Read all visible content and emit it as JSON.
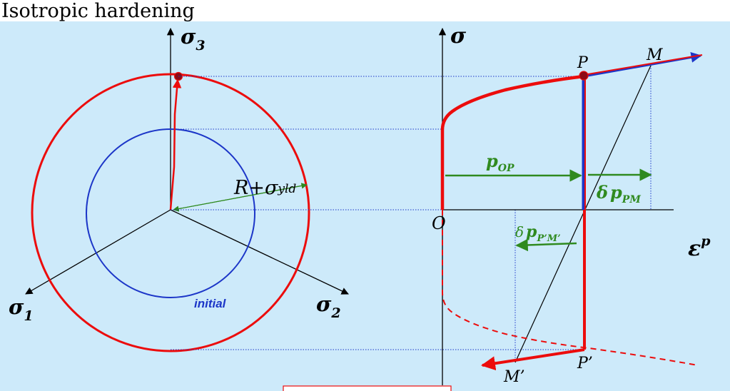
{
  "title": "Isotropic hardening",
  "colors": {
    "panel": "#cdeafa",
    "red": "#ec0c0c",
    "blue": "#1c36c8",
    "green": "#2f8a1f",
    "dark_red": "#8c0a14",
    "black": "#000000"
  },
  "left_diagram": {
    "axis_sigma3": {
      "symbol": "σ",
      "sub": "3"
    },
    "axis_sigma1": {
      "symbol": "σ",
      "sub": "1"
    },
    "axis_sigma2": {
      "symbol": "σ",
      "sub": "2"
    },
    "radius_label": {
      "main": "R+σ",
      "sub": "yld"
    },
    "initial_label": "initial"
  },
  "right_diagram": {
    "axis_sigma": "σ",
    "axis_eps": {
      "symbol": "ε",
      "sup": "p"
    },
    "point_O": "O",
    "point_P": "P",
    "point_M": "M",
    "point_P_prime": "P’",
    "point_M_prime": "M’",
    "p_OP": {
      "main": "p",
      "sub": "OP"
    },
    "dp_PM": {
      "delta": "δ",
      "main": "p",
      "sub": "PM"
    },
    "dp_PpMp": {
      "delta": "δ",
      "main": "p",
      "sub": "P’M’"
    }
  }
}
